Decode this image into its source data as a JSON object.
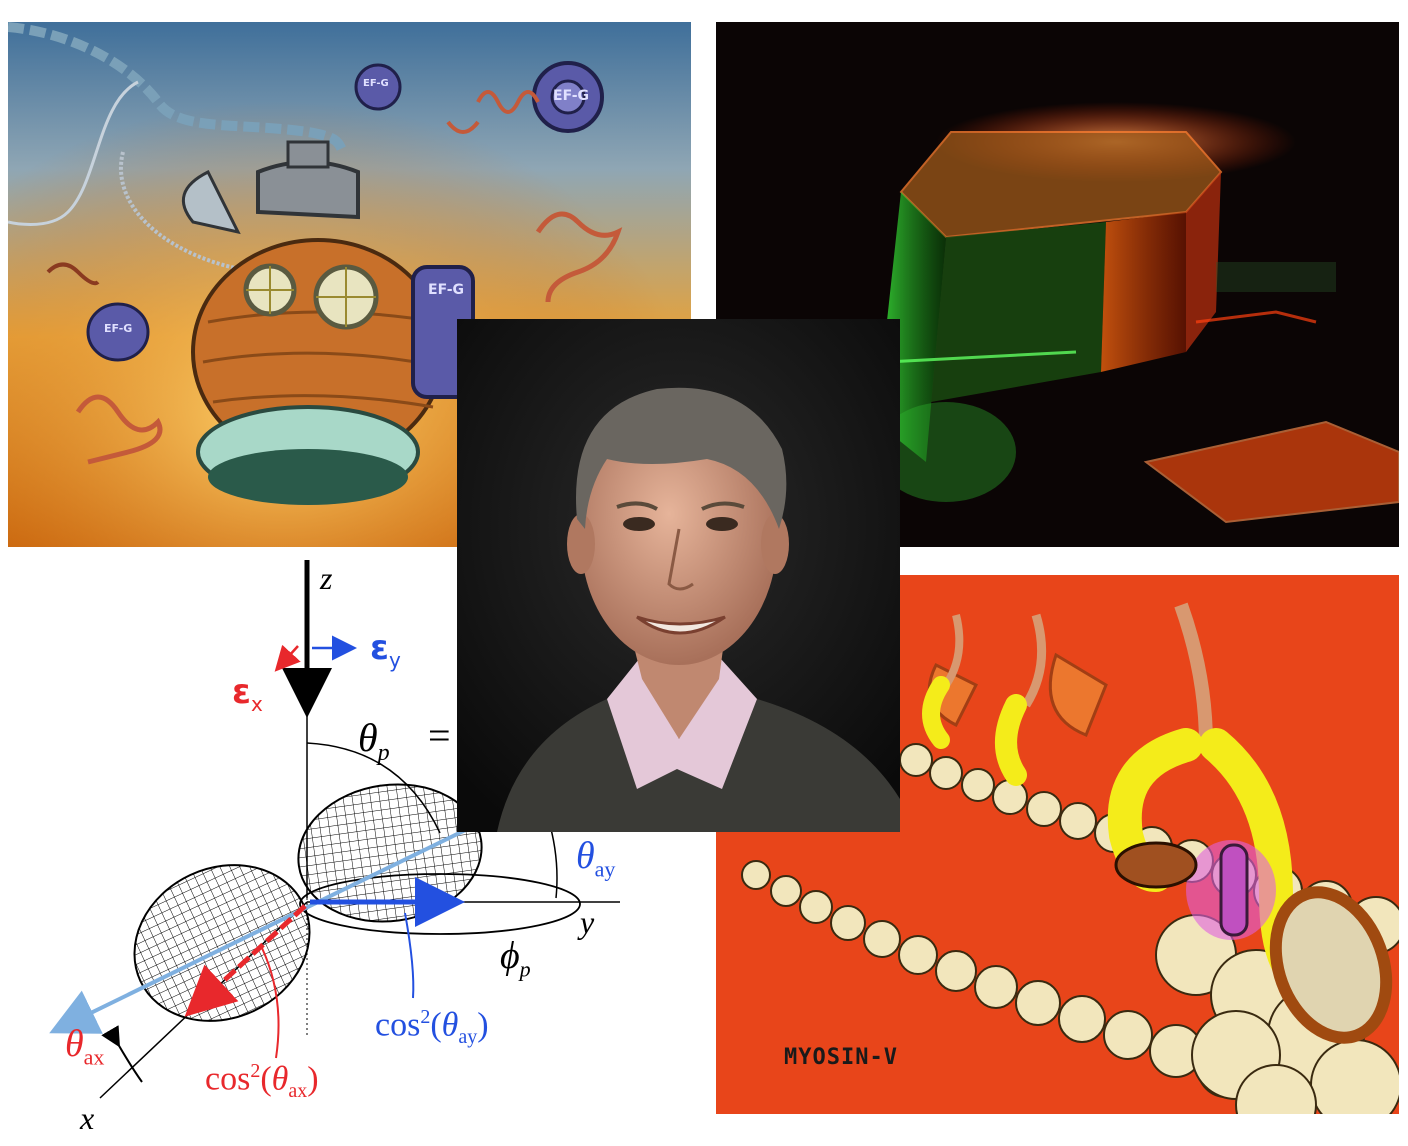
{
  "panels": {
    "steampunk": {
      "description_tags": [
        "ribosome-machine",
        "EF-G"
      ],
      "efg_label_1": "EF-G",
      "efg_label_2": "EF-G",
      "efg_label_3": "EF-G",
      "efg_label_4": "EF-G"
    },
    "crystal": {},
    "portrait": {},
    "myosin": {
      "caption": "MYOSIN-V"
    }
  },
  "diagram": {
    "z_axis": "z",
    "y_axis": "y",
    "x_axis": "x",
    "eps_x": "ε",
    "eps_x_sub": "x",
    "eps_y": "ε",
    "eps_y_sub": "y",
    "theta_p": "θ",
    "theta_p_sub": "p",
    "equals": "=",
    "theta_ay": "θ",
    "theta_ay_sub": "ay",
    "phi_p": "ϕ",
    "phi_p_sub": "p",
    "theta_ax": "θ",
    "theta_ax_sub": "ax",
    "cos_ay": "cos",
    "cos_ay_exp": "2",
    "cos_ay_open": "(",
    "cos_ay_theta": "θ",
    "cos_ay_sub": "ay",
    "cos_ay_close": ")",
    "cos_ax": "cos",
    "cos_ax_exp": "2",
    "cos_ax_open": "(",
    "cos_ax_theta": "θ",
    "cos_ax_sub": "ax",
    "cos_ax_close": ")"
  },
  "colors": {
    "red": "#e8282c",
    "blue": "#2350e0",
    "lightblue": "#7fb0e0",
    "myosin_bg": "#e8451a"
  }
}
